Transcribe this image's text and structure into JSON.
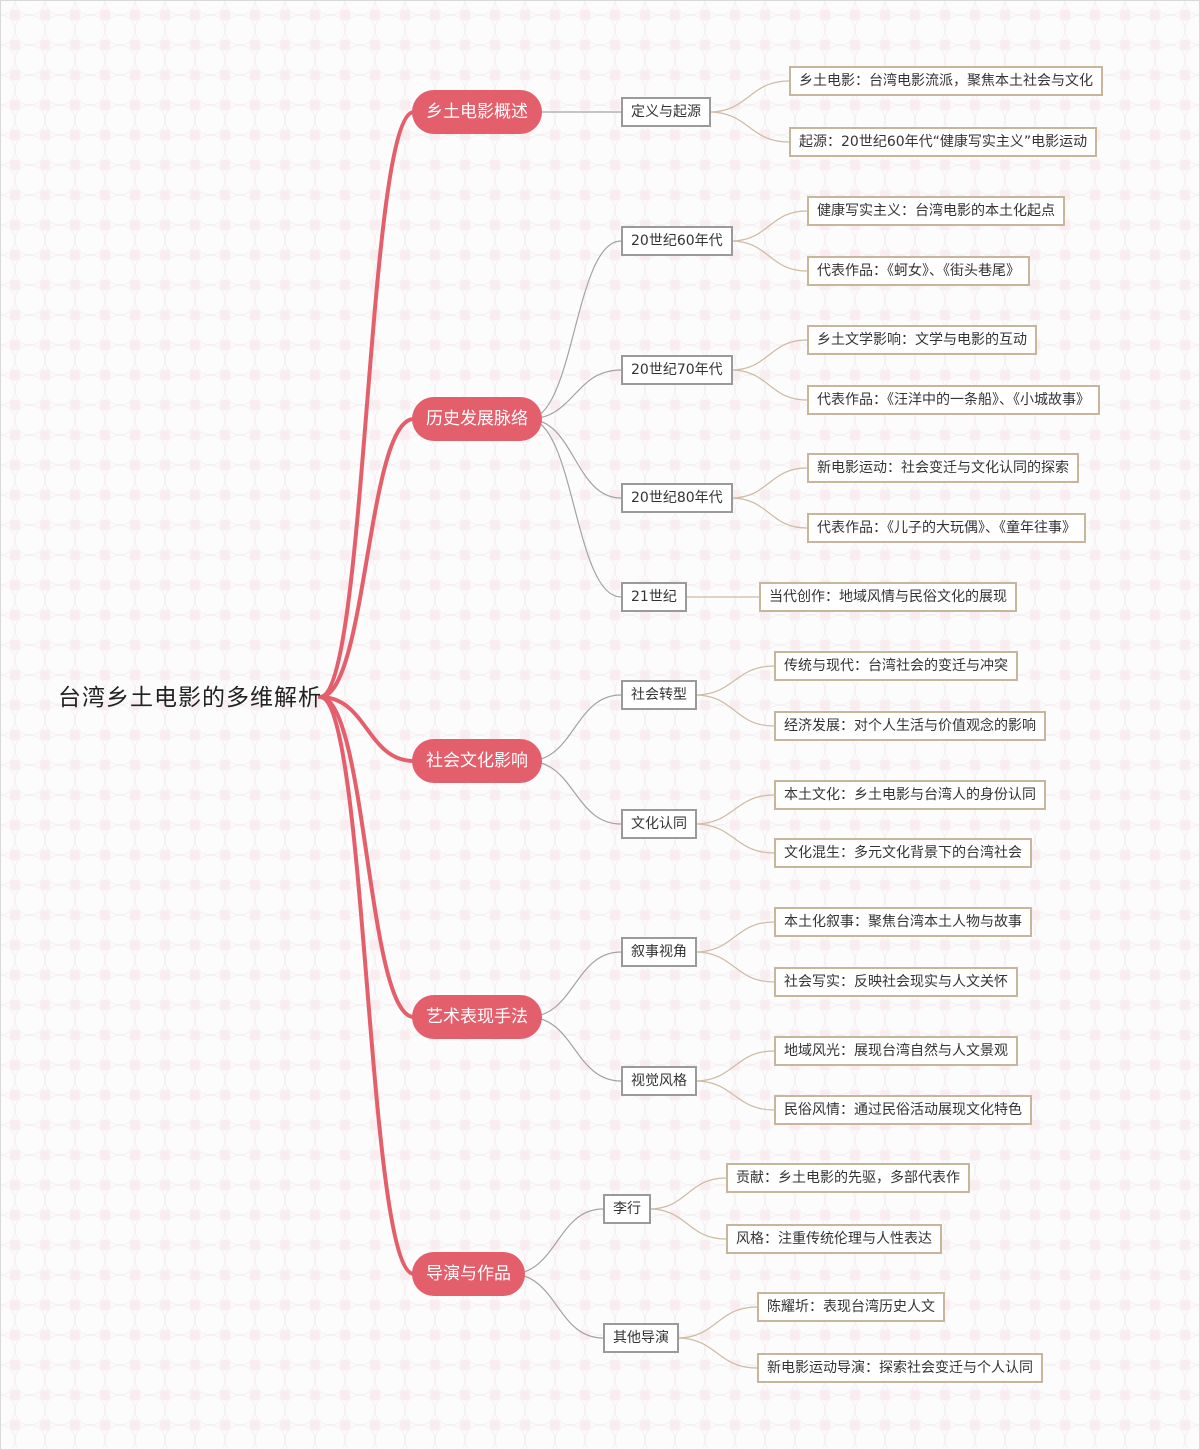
{
  "root": "台湾乡土电影的多维解析",
  "branches": [
    {
      "label": "乡土电影概述",
      "subs": [
        {
          "label": "定义与起源",
          "leaves": [
            "乡土电影：台湾电影流派，聚焦本土社会与文化",
            "起源：20世纪60年代“健康写实主义”电影运动"
          ]
        }
      ]
    },
    {
      "label": "历史发展脉络",
      "subs": [
        {
          "label": "20世纪60年代",
          "leaves": [
            "健康写实主义：台湾电影的本土化起点",
            "代表作品：《蚵女》、《街头巷尾》"
          ]
        },
        {
          "label": "20世纪70年代",
          "leaves": [
            "乡土文学影响：文学与电影的互动",
            "代表作品：《汪洋中的一条船》、《小城故事》"
          ]
        },
        {
          "label": "20世纪80年代",
          "leaves": [
            "新电影运动：社会变迁与文化认同的探索",
            "代表作品：《儿子的大玩偶》、《童年往事》"
          ]
        },
        {
          "label": "21世纪",
          "leaves": [
            "当代创作：地域风情与民俗文化的展现"
          ]
        }
      ]
    },
    {
      "label": "社会文化影响",
      "subs": [
        {
          "label": "社会转型",
          "leaves": [
            "传统与现代：台湾社会的变迁与冲突",
            "经济发展：对个人生活与价值观念的影响"
          ]
        },
        {
          "label": "文化认同",
          "leaves": [
            "本土文化：乡土电影与台湾人的身份认同",
            "文化混生：多元文化背景下的台湾社会"
          ]
        }
      ]
    },
    {
      "label": "艺术表现手法",
      "subs": [
        {
          "label": "叙事视角",
          "leaves": [
            "本土化叙事：聚焦台湾本土人物与故事",
            "社会写实：反映社会现实与人文关怀"
          ]
        },
        {
          "label": "视觉风格",
          "leaves": [
            "地域风光：展现台湾自然与人文景观",
            "民俗风情：通过民俗活动展现文化特色"
          ]
        }
      ]
    },
    {
      "label": "导演与作品",
      "subs": [
        {
          "label": "李行",
          "leaves": [
            "贡献：乡土电影的先驱，多部代表作",
            "风格：注重传统伦理与人性表达"
          ]
        },
        {
          "label": "其他导演",
          "leaves": [
            "陈耀圻：表现台湾历史人文",
            "新电影运动导演：探索社会变迁与个人认同"
          ]
        }
      ]
    }
  ],
  "colors": {
    "main_node": "#e45f6c",
    "sub_border": "#9a9a9a",
    "leaf_border": "#c8b69c"
  }
}
